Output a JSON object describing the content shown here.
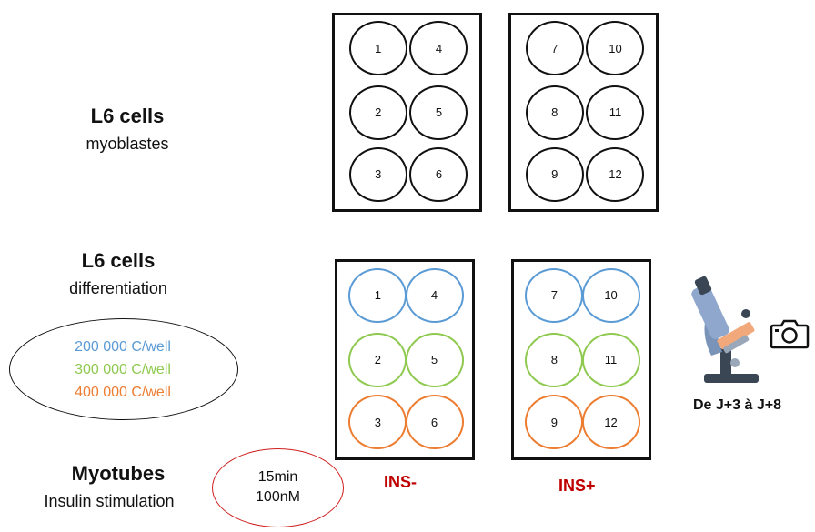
{
  "rows": [
    {
      "title": "L6 cells",
      "subtitle": "myoblastes"
    },
    {
      "title": "L6 cells",
      "subtitle": "differentiation"
    },
    {
      "title": "Myotubes",
      "subtitle": "Insulin stimulation"
    }
  ],
  "densities": [
    {
      "label": "200 000 C/well",
      "color": "#5b9bd5"
    },
    {
      "label": "300 000 C/well",
      "color": "#8fc94f"
    },
    {
      "label": "400 000 C/well",
      "color": "#ed7d31"
    }
  ],
  "stimulation": {
    "line1": "15min",
    "line2": "100nM"
  },
  "plates_left_wells": [
    "1",
    "4",
    "2",
    "5",
    "3",
    "6"
  ],
  "plates_right_wells": [
    "7",
    "10",
    "8",
    "11",
    "9",
    "12"
  ],
  "labels": {
    "ins_minus": "INS-",
    "ins_plus": "INS+"
  },
  "imaging": {
    "caption": "De J+3 à J+8",
    "microscope_icon": "microscope-icon",
    "camera_icon": "camera-icon"
  },
  "well_colors": {
    "default": "#111111",
    "row1": "#5b9bd5",
    "row2": "#8fc94f",
    "row3": "#ed7d31"
  }
}
